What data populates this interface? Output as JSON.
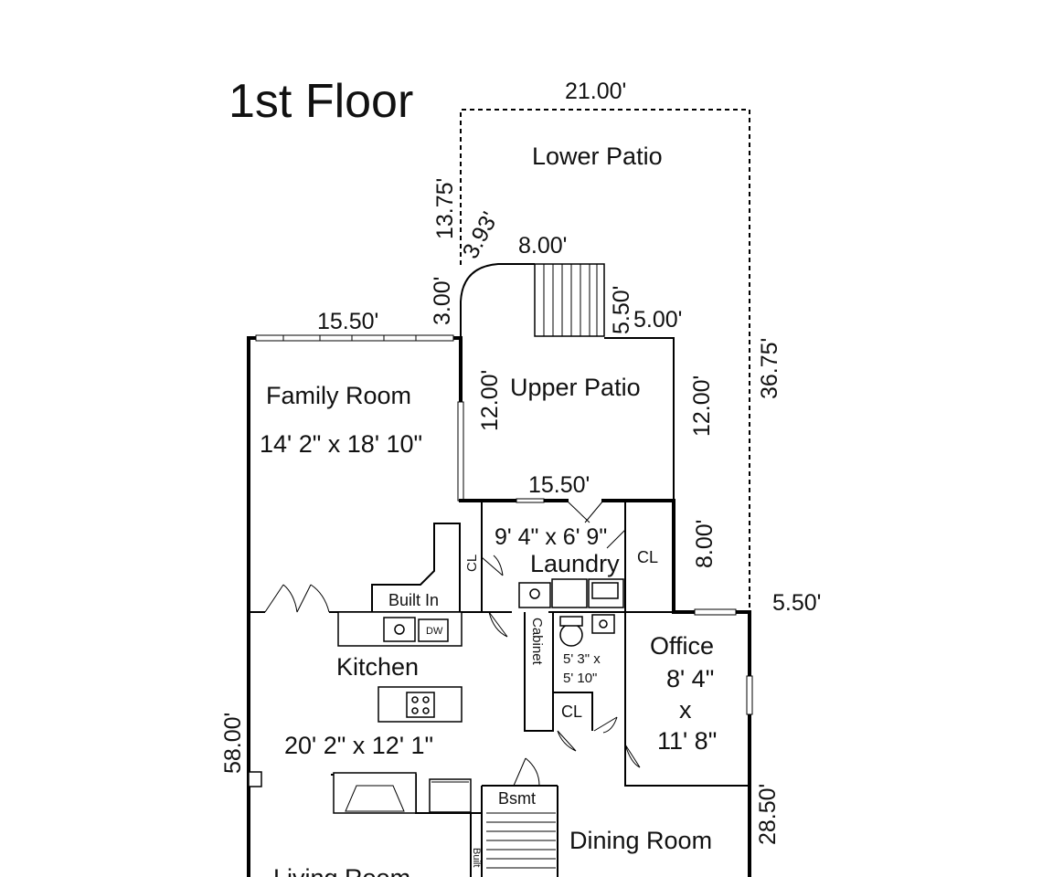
{
  "title": "1st Floor",
  "rooms": {
    "lower_patio": "Lower Patio",
    "upper_patio": "Upper Patio",
    "family_room": "Family Room",
    "family_room_size": "14' 2\" x 18' 10\"",
    "laundry_size": "9' 4\" x 6' 9\"",
    "laundry": "Laundry",
    "kitchen": "Kitchen",
    "kitchen_size": "20' 2\" x 12' 1\"",
    "office": "Office",
    "office_w": "8' 4\"",
    "office_x": "x",
    "office_h": "11' 8\"",
    "bath_size_1": "5' 3\" x",
    "bath_size_2": "5' 10\"",
    "dining_room": "Dining Room",
    "living_room": "Living Room"
  },
  "labels": {
    "built_in": "Built In",
    "dw": "DW",
    "cabinet": "Cabinet",
    "cl": "CL",
    "bsmt": "Bsmt",
    "built": "Built"
  },
  "dimensions": {
    "top_width": "21.00'",
    "left_upper": "13.75'",
    "diag": "3.93'",
    "step_width": "8.00'",
    "left_short": "3.00'",
    "family_width": "15.50'",
    "step_depth": "5.50'",
    "ledge": "5.00'",
    "right_total": "36.75'",
    "upper_patio_left": "12.00'",
    "upper_patio_right": "12.00'",
    "upper_patio_bottom": "15.50'",
    "laundry_side": "8.00'",
    "office_offset": "5.50'",
    "house_left": "58.00'",
    "house_right": "28.50'"
  }
}
